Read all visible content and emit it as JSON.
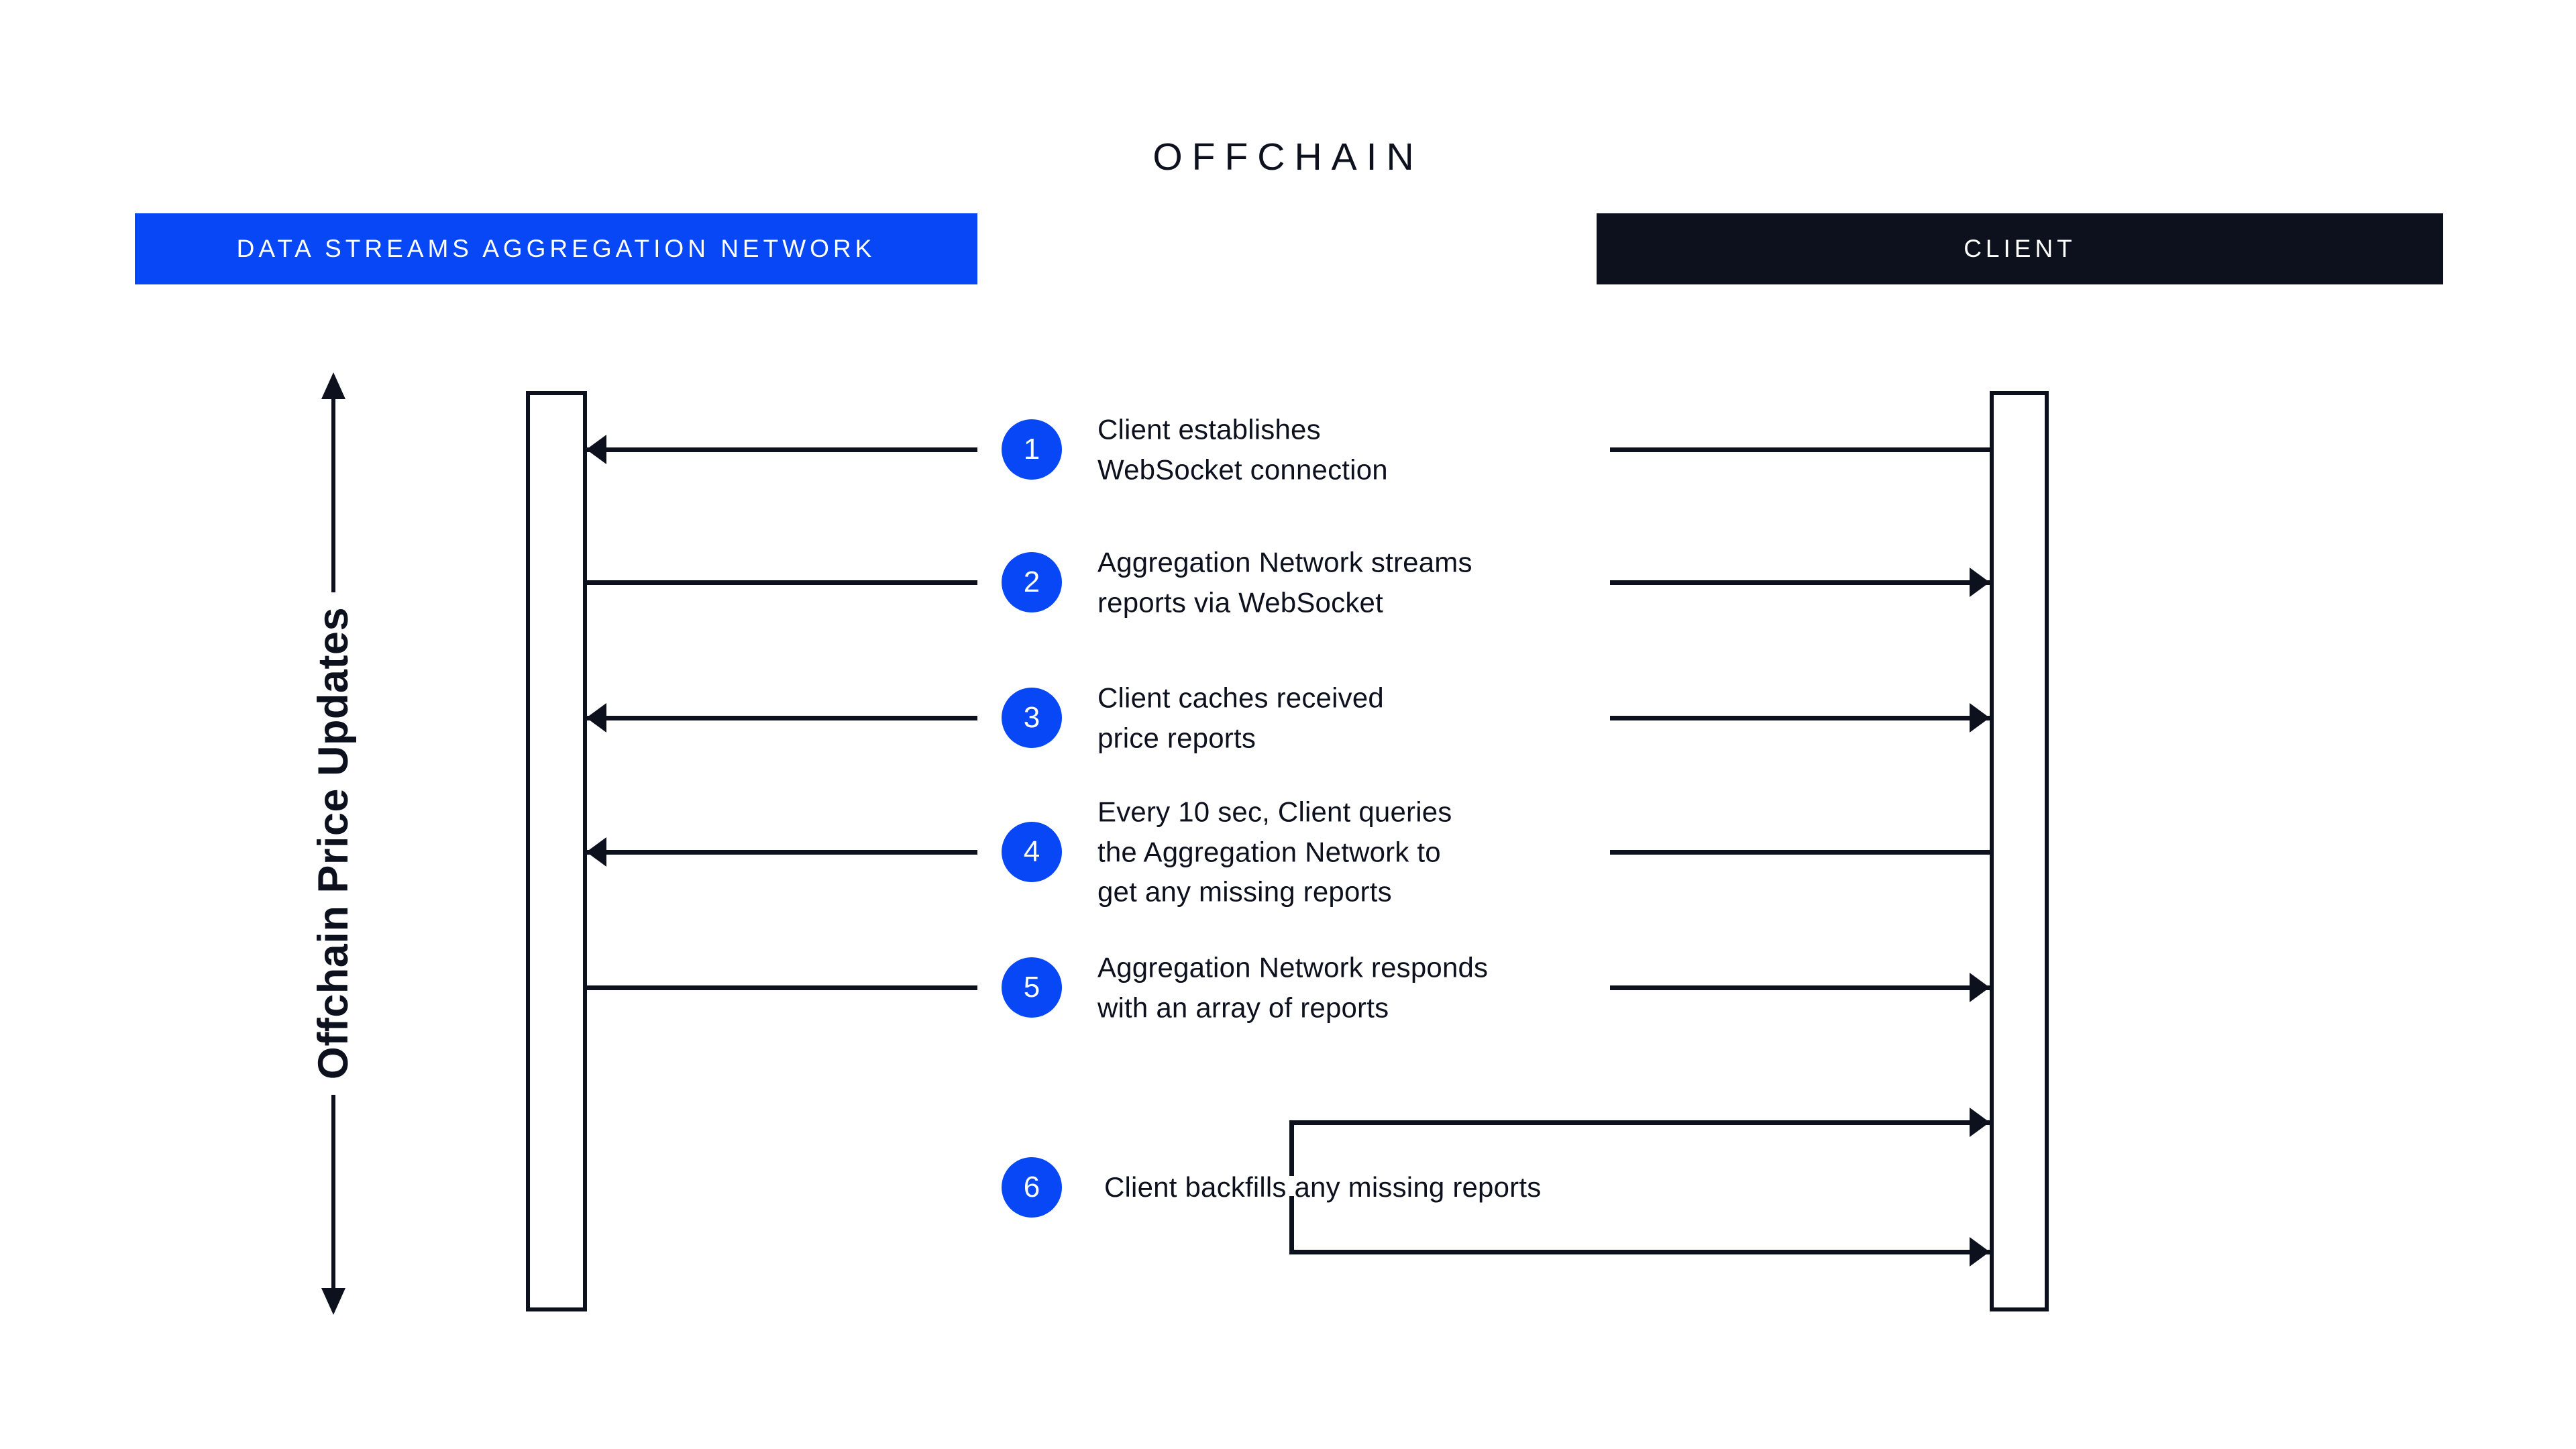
{
  "title": "OFFCHAIN",
  "colors": {
    "blue": "#0847F5",
    "dark": "#0C111D",
    "background": "#FFFFFF",
    "lane_text": "#FFFFFF"
  },
  "lanes": {
    "aggregation_network": {
      "label": "DATA STREAMS AGGREGATION NETWORK",
      "style": "blue"
    },
    "client": {
      "label": "CLIENT",
      "style": "dark"
    }
  },
  "axis": {
    "label": "Offchain Price Updates",
    "direction": "bidirectional-vertical"
  },
  "steps": [
    {
      "num": "1",
      "lines": [
        "Client establishes",
        "WebSocket connection"
      ],
      "arrow_left": true,
      "arrow_right": false,
      "type": "message"
    },
    {
      "num": "2",
      "lines": [
        "Aggregation Network streams",
        "reports via WebSocket"
      ],
      "arrow_left": false,
      "arrow_right": true,
      "type": "message"
    },
    {
      "num": "3",
      "lines": [
        "Client caches received",
        "price reports"
      ],
      "arrow_left": true,
      "arrow_right": true,
      "type": "message"
    },
    {
      "num": "4",
      "lines": [
        "Every 10 sec, Client queries",
        "the Aggregation Network to",
        "get any missing reports"
      ],
      "arrow_left": true,
      "arrow_right": false,
      "type": "message"
    },
    {
      "num": "5",
      "lines": [
        "Aggregation Network responds",
        "with an array of reports"
      ],
      "arrow_left": false,
      "arrow_right": true,
      "type": "message"
    },
    {
      "num": "6",
      "lines": [
        "Client backfills any missing reports"
      ],
      "arrow_left": false,
      "arrow_right": true,
      "type": "loop"
    }
  ]
}
